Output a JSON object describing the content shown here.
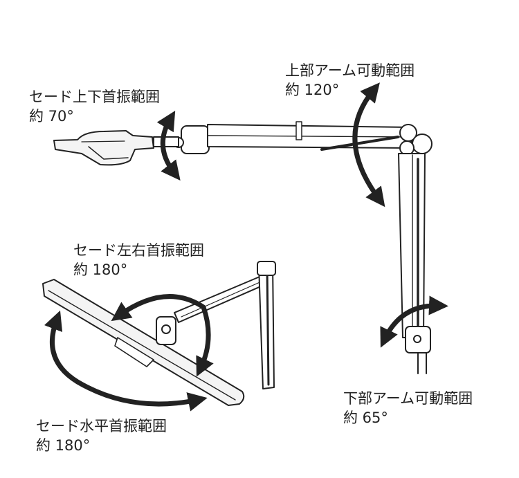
{
  "labels": {
    "shade_tilt": {
      "title": "セード上下首振範囲",
      "value": "約 70°"
    },
    "upper_arm": {
      "title": "上部アーム可動範囲",
      "value": "約 120°"
    },
    "shade_swivel_lr": {
      "title": "セード左右首振範囲",
      "value": "約 180°"
    },
    "lower_arm": {
      "title": "下部アーム可動範囲",
      "value": "約 65°"
    },
    "shade_swivel_h": {
      "title": "セード水平首振範囲",
      "value": "約 180°"
    }
  }
}
